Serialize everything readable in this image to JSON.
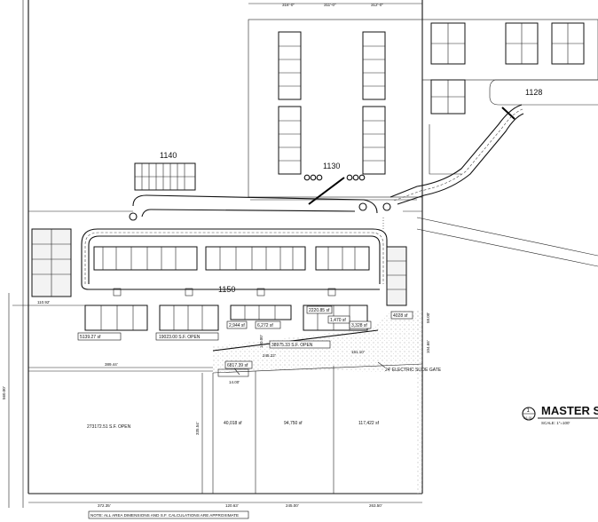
{
  "title": "MASTER S",
  "scale_text": "SCALE: 1\"=100'",
  "sheet": {
    "number": "1",
    "ref": "A1.01"
  },
  "building_labels": {
    "b1140": "1140",
    "b1130": "1130",
    "b1128": "1128",
    "b1150": "1150"
  },
  "area_labels": {
    "a1": "5139.27 sf",
    "a2": "19023.00 S.F. OPEN",
    "a3": "2,944 sf",
    "a4": "6,272 sf",
    "a5": "38975.33 S.F. OPEN",
    "a6": "2220.85 sf",
    "a7": "1,470 sf",
    "a8": "3,328 sf",
    "a9": "4028 sf",
    "a10": "6817.39 sf",
    "a11": "273172.51 S.F. OPEN",
    "a12": "40,018 sf",
    "a13": "94,750 sf",
    "a14": "117,422 sf"
  },
  "gate_label": "24' ELECTRIC SLIDE GATE",
  "note": "NOTE: ALL AREA DIMENSIONS AND S.F. CALCULATIONS ARE APPROXIMATE",
  "dimensions": {
    "d_top1": "316'-0\"",
    "d_top2": "311'-0\"",
    "d_top3": "312'-0\"",
    "d_left": "110.92'",
    "d_mid": "389.44'",
    "d_vert": "560.00'",
    "d_mid2": "245.22'",
    "d_mid3": "151.10'",
    "d_vert2": "335.54'",
    "d_r1": "58.00'",
    "d_r2": "104.66'",
    "d_bot1": "372.35'",
    "d_bot2": "120.63'",
    "d_bot3": "245.00'",
    "d_bot4": "263.50'",
    "d_small1": "140.00'",
    "d_small2": "14.00'"
  }
}
